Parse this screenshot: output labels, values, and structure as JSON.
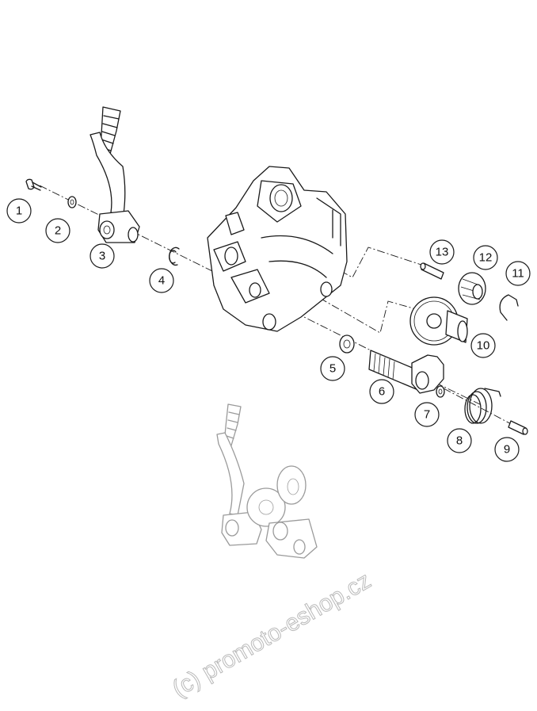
{
  "callouts": [
    {
      "label": "1"
    },
    {
      "label": "2"
    },
    {
      "label": "3"
    },
    {
      "label": "4"
    },
    {
      "label": "5"
    },
    {
      "label": "6"
    },
    {
      "label": "7"
    },
    {
      "label": "8"
    },
    {
      "label": "9"
    },
    {
      "label": "10"
    },
    {
      "label": "11"
    },
    {
      "label": "12"
    },
    {
      "label": "13"
    }
  ],
  "watermark": "(c) promoto-eshop.cz",
  "colors": {
    "line": "#1a1a1a",
    "preview": "#9a9a9a",
    "watermark": "#b9b9b9"
  }
}
